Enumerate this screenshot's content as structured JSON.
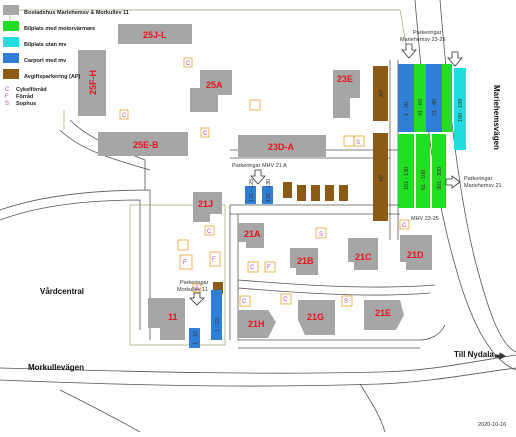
{
  "legend": {
    "items": [
      {
        "label": "Bostadshus Mariehemsv & Morkullev 11",
        "color": "#a6a6a6"
      },
      {
        "label": "Bilplats med motorvärmare",
        "color": "#22dd22"
      },
      {
        "label": "Bilplats utan mv",
        "color": "#22dddd"
      },
      {
        "label": "Carport med mv",
        "color": "#2f7fd6"
      },
      {
        "label": "Avgiftsparkering (AP)",
        "color": "#8b5a14"
      }
    ],
    "symbols": [
      {
        "code": "C",
        "label": "Cykelförråd"
      },
      {
        "code": "F",
        "label": "Förråd"
      },
      {
        "code": "S",
        "label": "Sophus"
      }
    ]
  },
  "buildings": [
    "25J-L",
    "25F-H",
    "25A",
    "23E",
    "25E-B",
    "23D-A",
    "21J",
    "21A",
    "21B",
    "21C",
    "21D",
    "11",
    "21H",
    "21G",
    "21E"
  ],
  "parking_labels": {
    "mariehemsv_23_25_top": "Parkeringar Mariehemsv 23-25",
    "mariehemsv_21": "Parkeringar Mariehemsv 21",
    "mhv_21a": "Parkeringar MHV 21 A",
    "mhv_23_25": "MHV 23-25",
    "morkullev_11": "Parkeringar Morkullev 11"
  },
  "slot_labels": {
    "ap": "AP",
    "c1": "1 - 20",
    "c2": "21 - 40",
    "c3": "41 - 60",
    "cyan": "180 - 189",
    "g1": "101 - 130",
    "g2": "61 - 100",
    "g3": "301 - 320",
    "mhv21a_a": "121 - 125",
    "mhv21a_b": "126 - 130",
    "m11_a": "1 - 22",
    "m11_b": "1 - 10"
  },
  "places": {
    "vardcentral": "Vårdcentral",
    "morkullevagen": "Morkullevägen",
    "mariehemsvagen": "Mariehemsvägen",
    "till_nydala": "Till Nydala"
  },
  "date": "2020-10-16"
}
